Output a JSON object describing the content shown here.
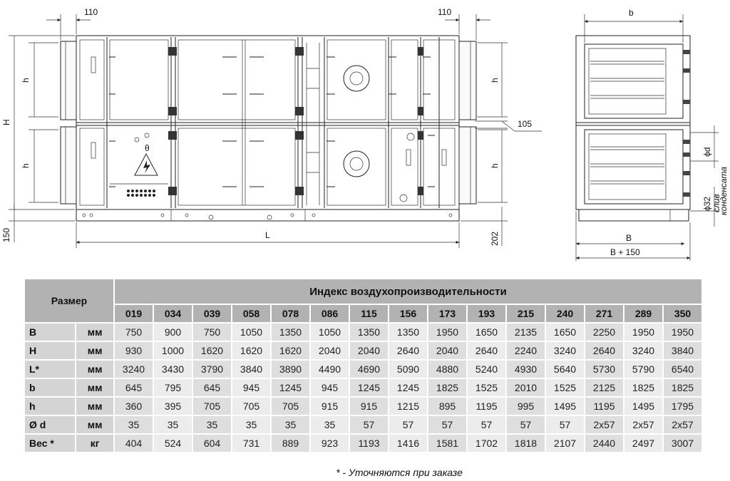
{
  "drawing": {
    "dim_110_left": "110",
    "dim_110_right": "110",
    "dim_b_top": "b",
    "dim_105": "105",
    "dim_H": "H",
    "dim_h_upper": "h",
    "dim_h_lower": "h",
    "dim_h_right_upper": "h",
    "dim_h_right_lower": "h",
    "dim_150": "150",
    "dim_202": "202",
    "dim_L": "L",
    "dim_B": "B",
    "dim_B150": "B + 150",
    "dim_phi_d": "ϕd",
    "dim_phi_32": "ϕ32",
    "drain_label_1": "слив",
    "drain_label_2": "конденсата",
    "theta_symbol": "θ"
  },
  "table": {
    "header_size": "Размер",
    "header_index": "Индекс воздухопроизводительности",
    "indexes": [
      "019",
      "034",
      "039",
      "058",
      "078",
      "086",
      "115",
      "156",
      "173",
      "193",
      "215",
      "240",
      "271",
      "289",
      "350"
    ],
    "rows": [
      {
        "param": "B",
        "unit": "мм",
        "values": [
          "750",
          "900",
          "750",
          "1050",
          "1350",
          "1050",
          "1350",
          "1350",
          "1950",
          "1650",
          "2135",
          "1650",
          "2250",
          "1950",
          "1950"
        ]
      },
      {
        "param": "H",
        "unit": "мм",
        "values": [
          "930",
          "1000",
          "1620",
          "1620",
          "1620",
          "2040",
          "2040",
          "2640",
          "2040",
          "2640",
          "2240",
          "3240",
          "2640",
          "3240",
          "3840"
        ]
      },
      {
        "param": "L*",
        "unit": "мм",
        "values": [
          "3240",
          "3430",
          "3790",
          "3840",
          "3890",
          "4490",
          "4690",
          "5090",
          "4880",
          "5240",
          "4930",
          "5640",
          "5730",
          "5790",
          "6540"
        ]
      },
      {
        "param": "b",
        "unit": "мм",
        "values": [
          "645",
          "795",
          "645",
          "945",
          "1245",
          "945",
          "1245",
          "1245",
          "1825",
          "1525",
          "2010",
          "1525",
          "2125",
          "1825",
          "1825"
        ]
      },
      {
        "param": "h",
        "unit": "мм",
        "values": [
          "360",
          "395",
          "705",
          "705",
          "705",
          "915",
          "915",
          "1215",
          "895",
          "1195",
          "995",
          "1495",
          "1195",
          "1495",
          "1795"
        ]
      },
      {
        "param": "Ø d",
        "unit": "мм",
        "values": [
          "35",
          "35",
          "35",
          "35",
          "35",
          "35",
          "57",
          "57",
          "57",
          "57",
          "57",
          "57",
          "2x57",
          "2x57",
          "2x57"
        ]
      },
      {
        "param": "Вес *",
        "unit": "кг",
        "values": [
          "404",
          "524",
          "604",
          "731",
          "889",
          "923",
          "1193",
          "1416",
          "1581",
          "1702",
          "1818",
          "2107",
          "2440",
          "2497",
          "3007"
        ]
      }
    ]
  },
  "footnote": "* - Уточняются при заказе"
}
